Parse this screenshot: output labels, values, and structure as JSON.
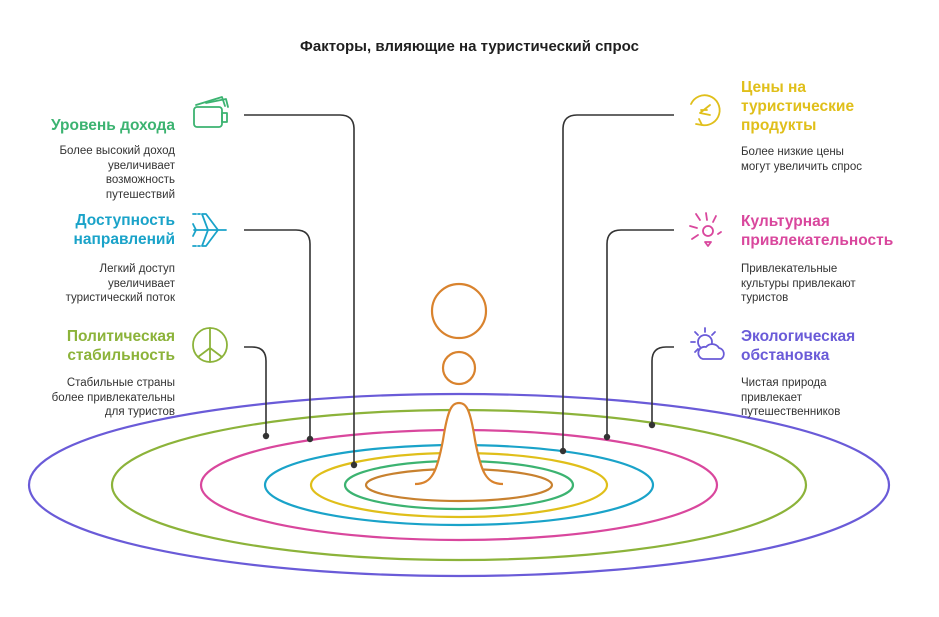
{
  "title": "Факторы, влияющие на туристический спрос",
  "factors": [
    {
      "title_lines": [
        "Уровень дохода"
      ],
      "desc_lines": [
        "Более высокий доход",
        "увеличивает",
        "возможность",
        "путешествий"
      ],
      "color": "#3cb371",
      "icon": "wallet-money-icon"
    },
    {
      "title_lines": [
        "Доступность",
        "направлений"
      ],
      "desc_lines": [
        "Легкий доступ",
        "увеличивает",
        "туристический поток"
      ],
      "color": "#1aa3c9",
      "icon": "airplane-icon"
    },
    {
      "title_lines": [
        "Политическая",
        "стабильность"
      ],
      "desc_lines": [
        "Стабильные страны",
        "более привлекательны",
        "для туристов"
      ],
      "color": "#8cb33a",
      "icon": "peace-sign-icon"
    },
    {
      "title_lines": [
        "Цены на",
        "туристические",
        "продукты"
      ],
      "desc_lines": [
        "Более низкие цены",
        "могут увеличить спрос"
      ],
      "color": "#e0bf1a",
      "icon": "price-tag-icon"
    },
    {
      "title_lines": [
        "Культурная",
        "привлекательность"
      ],
      "desc_lines": [
        "Привлекательные",
        "культуры привлекают",
        "туристов"
      ],
      "color": "#d9479d",
      "icon": "burst-icon"
    },
    {
      "title_lines": [
        "Экологическая",
        "обстановка"
      ],
      "desc_lines": [
        "Чистая природа",
        "привлекает",
        "путешественников"
      ],
      "color": "#6a5bd8",
      "icon": "sun-cloud-icon"
    }
  ],
  "ring_colors": [
    "#c8812f",
    "#3cb371",
    "#e0bf1a",
    "#1aa3c9",
    "#d9479d",
    "#8cb33a",
    "#6a5bd8"
  ],
  "drop_color": "#d9832e"
}
